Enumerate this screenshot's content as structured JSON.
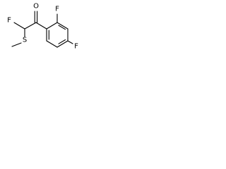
{
  "structure": {
    "atom_labels": {
      "carbonyl_oxygen": "O",
      "alpha_fluorine": "F",
      "sulfur": "S",
      "ring_fluorine_ortho": "F",
      "ring_fluorine_para": "F"
    },
    "colors": {
      "bond": "#000000",
      "label": "#000000",
      "background": "#ffffff"
    }
  }
}
